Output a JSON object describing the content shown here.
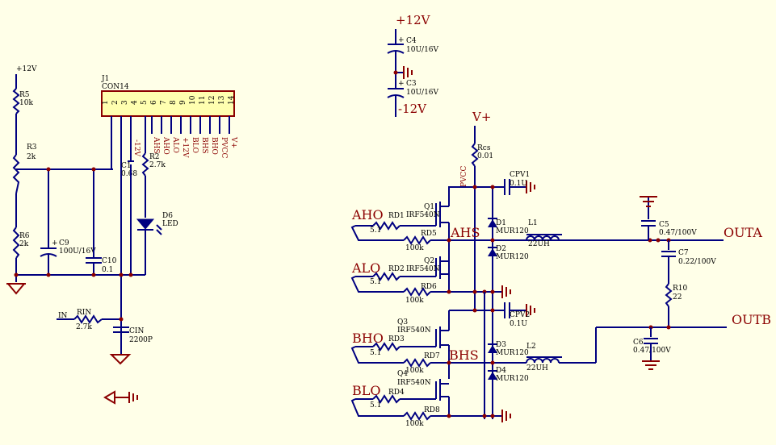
{
  "connector": {
    "ref": "J1",
    "type": "CON14",
    "pin_numbers": [
      "1",
      "2",
      "3",
      "4",
      "5",
      "6",
      "7",
      "8",
      "9",
      "10",
      "11",
      "12",
      "13",
      "14"
    ],
    "pin_names": [
      "-12V",
      "AHS",
      "AHO",
      "ALO",
      "+12V",
      "BLO",
      "BHS",
      "BHO",
      "PVCC",
      "V+"
    ]
  },
  "power": {
    "p12_small": "+12V",
    "p12_big": "+12V",
    "m12": "-12V",
    "vplus": "V+",
    "pvcc": "PVCC"
  },
  "left_parts": {
    "r5": {
      "ref": "R5",
      "val": "10k"
    },
    "r3": {
      "ref": "R3",
      "val": "2k"
    },
    "r6": {
      "ref": "R6",
      "val": "2k"
    },
    "c9": {
      "ref": "C9",
      "val": "100U/16V"
    },
    "c10": {
      "ref": "C10",
      "val": "0.1"
    },
    "c1": {
      "ref": "C1",
      "val": "0.68"
    },
    "r2": {
      "ref": "R2",
      "val": "2.7k"
    },
    "d6": {
      "ref": "D6",
      "val": "LED"
    },
    "rin": {
      "ref": "RIN",
      "val": "2.7k"
    },
    "cin": {
      "ref": "CIN",
      "val": "2200P"
    },
    "in_label": "IN"
  },
  "supply_caps": {
    "c4": {
      "ref": "C4",
      "val": "10U/16V"
    },
    "c3": {
      "ref": "C3",
      "val": "10U/16V"
    }
  },
  "bridge": {
    "rcs": {
      "ref": "Rcs",
      "val": "0.01"
    },
    "cpv1": {
      "ref": "CPV1",
      "val": "0.1U"
    },
    "cpv2": {
      "ref": "CPV2",
      "val": "0.1U"
    },
    "inputs": [
      {
        "name": "AHO",
        "rref": "RD1",
        "rval": "5.1",
        "qref": "Q1",
        "qtype": "IRF540N",
        "pref": "RD5",
        "pval": "100k"
      },
      {
        "name": "ALO",
        "rref": "RD2",
        "rval": "5.1",
        "qref": "Q2",
        "qtype": "IRF540N",
        "pref": "RD6",
        "pval": "100k"
      },
      {
        "name": "BHO",
        "rref": "RD3",
        "rval": "5.1",
        "qref": "Q3",
        "qtype": "IRF540N",
        "pref": "RD7",
        "pval": "100k"
      },
      {
        "name": "BLO",
        "rref": "RD4",
        "rval": "5.1",
        "qref": "Q4",
        "qtype": "IRF540N",
        "pref": "RD8",
        "pval": "100k"
      }
    ],
    "ahs": "AHS",
    "bhs": "BHS",
    "diodes": [
      {
        "ref": "D1",
        "val": "MUR120"
      },
      {
        "ref": "D2",
        "val": "MUR120"
      },
      {
        "ref": "D3",
        "val": "MUR120"
      },
      {
        "ref": "D4",
        "val": "MUR120"
      }
    ],
    "l1": {
      "ref": "L1",
      "val": "22UH"
    },
    "l2": {
      "ref": "L2",
      "val": "22UH"
    }
  },
  "output": {
    "c5": {
      "ref": "C5",
      "val": "0.47/100V"
    },
    "c7": {
      "ref": "C7",
      "val": "0.22/100V"
    },
    "r10": {
      "ref": "R10",
      "val": "22"
    },
    "c6": {
      "ref": "C6",
      "val": "0.47/100V"
    },
    "outa": "OUTA",
    "outb": "OUTB"
  }
}
